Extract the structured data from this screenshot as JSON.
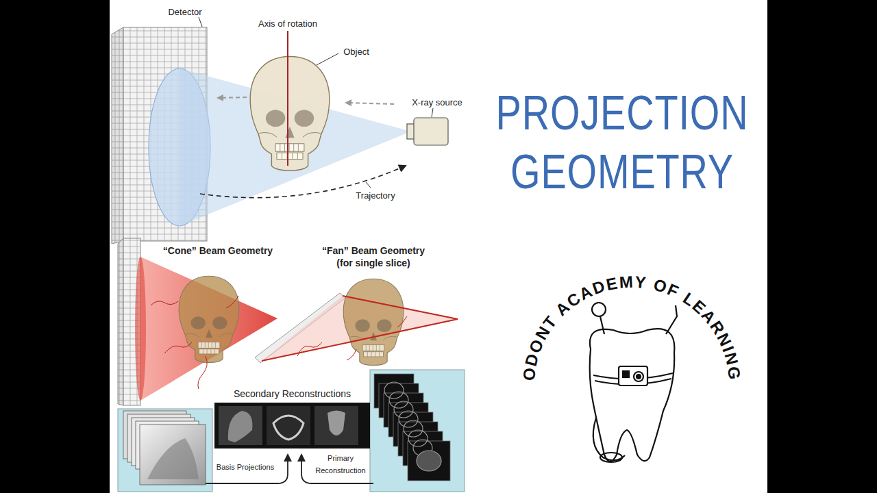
{
  "diagram": {
    "title": "PROJECTION GEOMETRY",
    "nodes": [
      {
        "text": [
          "Secondary Reconstructions"
        ]
      }
    ],
    "labels": [
      "Detector",
      "Axis of rotation",
      "Object",
      "X-ray source",
      "Trajectory",
      "“Cone” Beam Geometry",
      "“Fan” Beam Geometry (for single slice)",
      "Basis Projections",
      "Primary Reconstruction",
      "ODONT ACADEMY OF LEARNING"
    ]
  }
}
